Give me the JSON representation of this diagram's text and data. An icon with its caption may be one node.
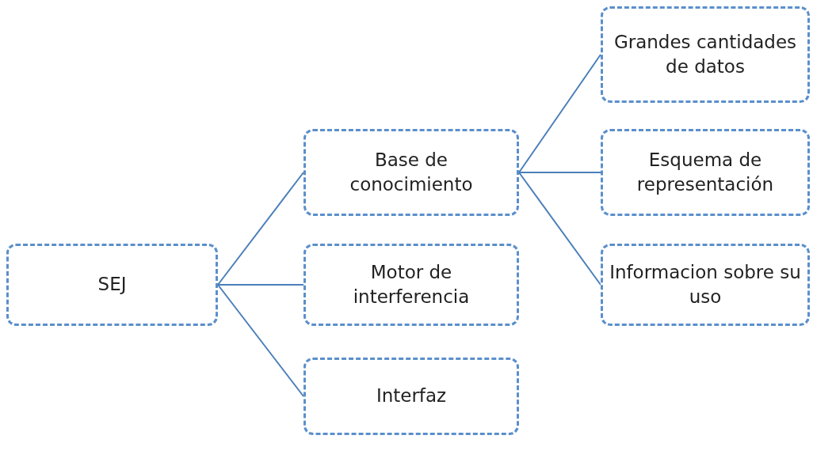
{
  "diagram": {
    "nodes": [
      {
        "text": [
          "SEJ"
        ]
      },
      {
        "text": [
          "Base de conocimiento"
        ]
      },
      {
        "text": [
          "Motor de interferencia"
        ]
      },
      {
        "text": [
          "Interfaz"
        ]
      },
      {
        "text": [
          "Grandes cantidades de datos"
        ]
      },
      {
        "text": [
          "Esquema de representación"
        ]
      },
      {
        "text": [
          "Informacion sobre su uso"
        ]
      }
    ],
    "edges": [
      {
        "from": 0,
        "to": 1,
        "arrow": "none"
      },
      {
        "from": 0,
        "to": 2,
        "arrow": "none"
      },
      {
        "from": 0,
        "to": 3,
        "arrow": "none"
      },
      {
        "from": 1,
        "to": 4,
        "arrow": "none"
      },
      {
        "from": 1,
        "to": 5,
        "arrow": "none"
      },
      {
        "from": 1,
        "to": 6,
        "arrow": "none"
      }
    ]
  }
}
